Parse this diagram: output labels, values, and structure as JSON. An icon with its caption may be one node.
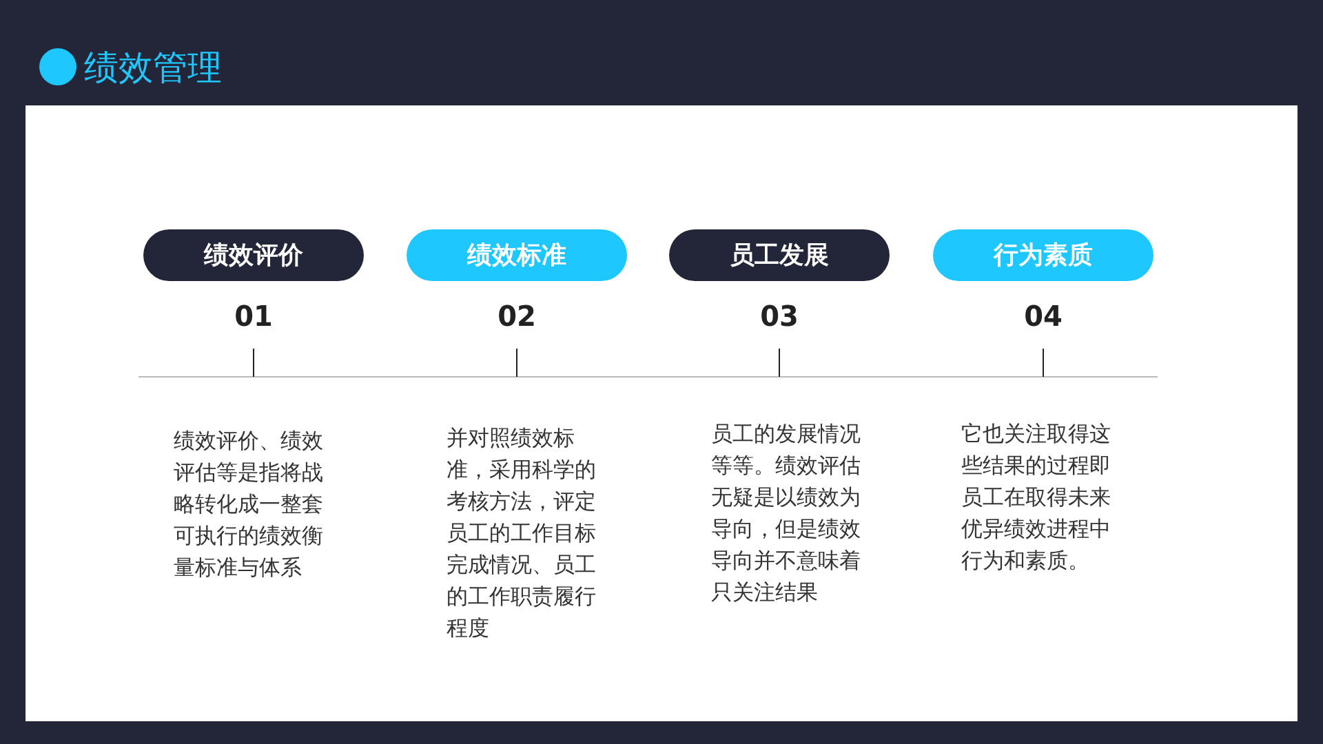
{
  "diagram": {
    "title": "绩效管理",
    "nodes": [
      {
        "text": [
          "绩效评价"
        ],
        "beside": [
          "01"
        ]
      },
      {
        "text": [
          "绩效标准"
        ],
        "beside": [
          "02"
        ]
      },
      {
        "text": [
          "员工发展"
        ],
        "beside": [
          "03"
        ]
      },
      {
        "text": [
          "行为素质"
        ],
        "beside": [
          "04"
        ]
      }
    ],
    "labels": [
      "绩效评价、绩效评估等是指将战略转化成一整套可执行的绩效衡量标准与体系",
      "并对照绩效标准，采用科学的考核方法，评定员工的工作目标完成情况、员工的工作职责履行程度",
      "员工的发展情况等等。绩效评估无疑是以绩效为导向，但是绩效导向并不意味着只关注结果",
      "它也关注取得这些结果的过程即员工在取得未来优异绩效进程中行为和素质。"
    ]
  }
}
